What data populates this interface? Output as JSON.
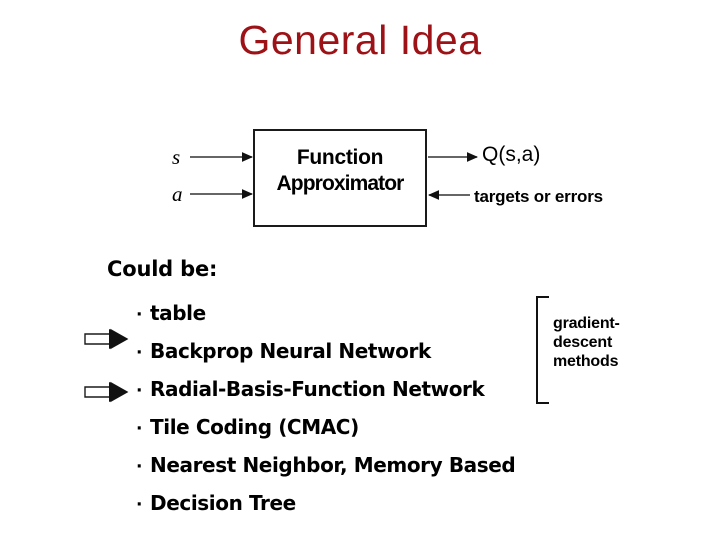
{
  "slide": {
    "title": "General Idea",
    "title_color": "#9d1217",
    "background_color": "#ffffff"
  },
  "diagram": {
    "box_label_line1": "Function",
    "box_label_line2": "Approximator",
    "inputs": [
      {
        "name": "state-input",
        "label": "s"
      },
      {
        "name": "action-input",
        "label": "a"
      }
    ],
    "outputs": [
      {
        "name": "q-value-output",
        "label": "Q(s,a)"
      },
      {
        "name": "training-signal-input",
        "label": "targets or errors"
      }
    ]
  },
  "options": {
    "heading": "Could be:",
    "bullet_glyph": "·",
    "items": [
      {
        "label": "table",
        "arrow": false
      },
      {
        "label": "Backprop Neural Network",
        "arrow": true
      },
      {
        "label": "Radial-Basis-Function Network",
        "arrow": true
      },
      {
        "label": "Tile Coding (CMAC)",
        "arrow": false
      },
      {
        "label": "Nearest Neighbor, Memory Based",
        "arrow": false
      },
      {
        "label": "Decision Tree",
        "arrow": false
      }
    ]
  },
  "annotation": {
    "caption_line1": "gradient-",
    "caption_line2": "descent",
    "caption_line3": "methods"
  }
}
